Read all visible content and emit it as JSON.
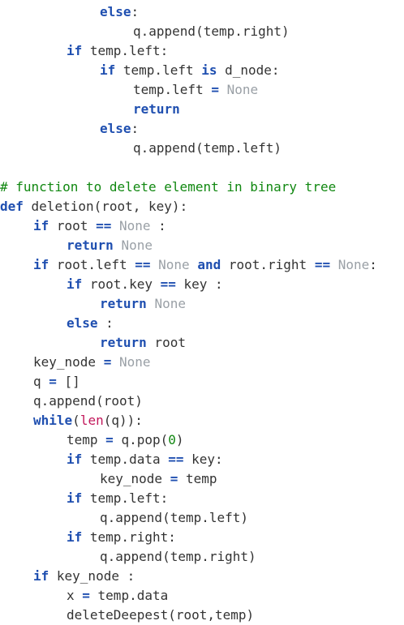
{
  "code": {
    "language": "python",
    "colors": {
      "background": "#ffffff",
      "text": "#333333",
      "keyword": "#1f4fb0",
      "constant": "#9aa0a6",
      "comment": "#118811",
      "number": "#118811",
      "builtin": "#c2185b"
    },
    "lines": [
      {
        "indent": 3,
        "tokens": [
          {
            "t": "kw",
            "v": "else"
          },
          {
            "t": "plain",
            "v": ":"
          }
        ]
      },
      {
        "indent": 4,
        "tokens": [
          {
            "t": "plain",
            "v": "q.append(temp.right)"
          }
        ]
      },
      {
        "indent": 2,
        "tokens": [
          {
            "t": "kw",
            "v": "if"
          },
          {
            "t": "plain",
            "v": " temp.left:"
          }
        ]
      },
      {
        "indent": 3,
        "tokens": [
          {
            "t": "kw",
            "v": "if"
          },
          {
            "t": "plain",
            "v": " temp.left "
          },
          {
            "t": "kw",
            "v": "is"
          },
          {
            "t": "plain",
            "v": " d_node:"
          }
        ]
      },
      {
        "indent": 4,
        "tokens": [
          {
            "t": "plain",
            "v": "temp.left "
          },
          {
            "t": "kw",
            "v": "="
          },
          {
            "t": "plain",
            "v": " "
          },
          {
            "t": "const",
            "v": "None"
          }
        ]
      },
      {
        "indent": 4,
        "tokens": [
          {
            "t": "kw",
            "v": "return"
          }
        ]
      },
      {
        "indent": 3,
        "tokens": [
          {
            "t": "kw",
            "v": "else"
          },
          {
            "t": "plain",
            "v": ":"
          }
        ]
      },
      {
        "indent": 4,
        "tokens": [
          {
            "t": "plain",
            "v": "q.append(temp.left)"
          }
        ]
      },
      {
        "indent": 0,
        "tokens": []
      },
      {
        "indent": 0,
        "tokens": [
          {
            "t": "cmt",
            "v": "# function to delete element in binary tree"
          }
        ]
      },
      {
        "indent": 0,
        "tokens": [
          {
            "t": "kw",
            "v": "def"
          },
          {
            "t": "plain",
            "v": " deletion(root, key):"
          }
        ]
      },
      {
        "indent": 1,
        "tokens": [
          {
            "t": "kw",
            "v": "if"
          },
          {
            "t": "plain",
            "v": " root "
          },
          {
            "t": "kw",
            "v": "=="
          },
          {
            "t": "plain",
            "v": " "
          },
          {
            "t": "const",
            "v": "None"
          },
          {
            "t": "plain",
            "v": " :"
          }
        ]
      },
      {
        "indent": 2,
        "tokens": [
          {
            "t": "kw",
            "v": "return"
          },
          {
            "t": "plain",
            "v": " "
          },
          {
            "t": "const",
            "v": "None"
          }
        ]
      },
      {
        "indent": 1,
        "tokens": [
          {
            "t": "kw",
            "v": "if"
          },
          {
            "t": "plain",
            "v": " root.left "
          },
          {
            "t": "kw",
            "v": "=="
          },
          {
            "t": "plain",
            "v": " "
          },
          {
            "t": "const",
            "v": "None"
          },
          {
            "t": "plain",
            "v": " "
          },
          {
            "t": "kw",
            "v": "and"
          },
          {
            "t": "plain",
            "v": " root.right "
          },
          {
            "t": "kw",
            "v": "=="
          },
          {
            "t": "plain",
            "v": " "
          },
          {
            "t": "const",
            "v": "None"
          },
          {
            "t": "plain",
            "v": ":"
          }
        ]
      },
      {
        "indent": 2,
        "tokens": [
          {
            "t": "kw",
            "v": "if"
          },
          {
            "t": "plain",
            "v": " root.key "
          },
          {
            "t": "kw",
            "v": "=="
          },
          {
            "t": "plain",
            "v": " key :"
          }
        ]
      },
      {
        "indent": 3,
        "tokens": [
          {
            "t": "kw",
            "v": "return"
          },
          {
            "t": "plain",
            "v": " "
          },
          {
            "t": "const",
            "v": "None"
          }
        ]
      },
      {
        "indent": 2,
        "tokens": [
          {
            "t": "kw",
            "v": "else"
          },
          {
            "t": "plain",
            "v": " :"
          }
        ]
      },
      {
        "indent": 3,
        "tokens": [
          {
            "t": "kw",
            "v": "return"
          },
          {
            "t": "plain",
            "v": " root"
          }
        ]
      },
      {
        "indent": 1,
        "tokens": [
          {
            "t": "plain",
            "v": "key_node "
          },
          {
            "t": "kw",
            "v": "="
          },
          {
            "t": "plain",
            "v": " "
          },
          {
            "t": "const",
            "v": "None"
          }
        ]
      },
      {
        "indent": 1,
        "tokens": [
          {
            "t": "plain",
            "v": "q "
          },
          {
            "t": "kw",
            "v": "="
          },
          {
            "t": "plain",
            "v": " []"
          }
        ]
      },
      {
        "indent": 1,
        "tokens": [
          {
            "t": "plain",
            "v": "q.append(root)"
          }
        ]
      },
      {
        "indent": 1,
        "tokens": [
          {
            "t": "kw",
            "v": "while"
          },
          {
            "t": "plain",
            "v": "("
          },
          {
            "t": "fn",
            "v": "len"
          },
          {
            "t": "plain",
            "v": "(q)):"
          }
        ]
      },
      {
        "indent": 2,
        "tokens": [
          {
            "t": "plain",
            "v": "temp "
          },
          {
            "t": "kw",
            "v": "="
          },
          {
            "t": "plain",
            "v": " q.pop("
          },
          {
            "t": "num",
            "v": "0"
          },
          {
            "t": "plain",
            "v": ")"
          }
        ]
      },
      {
        "indent": 2,
        "tokens": [
          {
            "t": "kw",
            "v": "if"
          },
          {
            "t": "plain",
            "v": " temp.data "
          },
          {
            "t": "kw",
            "v": "=="
          },
          {
            "t": "plain",
            "v": " key:"
          }
        ]
      },
      {
        "indent": 3,
        "tokens": [
          {
            "t": "plain",
            "v": "key_node "
          },
          {
            "t": "kw",
            "v": "="
          },
          {
            "t": "plain",
            "v": " temp"
          }
        ]
      },
      {
        "indent": 2,
        "tokens": [
          {
            "t": "kw",
            "v": "if"
          },
          {
            "t": "plain",
            "v": " temp.left:"
          }
        ]
      },
      {
        "indent": 3,
        "tokens": [
          {
            "t": "plain",
            "v": "q.append(temp.left)"
          }
        ]
      },
      {
        "indent": 2,
        "tokens": [
          {
            "t": "kw",
            "v": "if"
          },
          {
            "t": "plain",
            "v": " temp.right:"
          }
        ]
      },
      {
        "indent": 3,
        "tokens": [
          {
            "t": "plain",
            "v": "q.append(temp.right)"
          }
        ]
      },
      {
        "indent": 1,
        "tokens": [
          {
            "t": "kw",
            "v": "if"
          },
          {
            "t": "plain",
            "v": " key_node :"
          }
        ]
      },
      {
        "indent": 2,
        "tokens": [
          {
            "t": "plain",
            "v": "x "
          },
          {
            "t": "kw",
            "v": "="
          },
          {
            "t": "plain",
            "v": " temp.data"
          }
        ]
      },
      {
        "indent": 2,
        "tokens": [
          {
            "t": "plain",
            "v": "deleteDeepest(root,temp)"
          }
        ]
      }
    ]
  }
}
